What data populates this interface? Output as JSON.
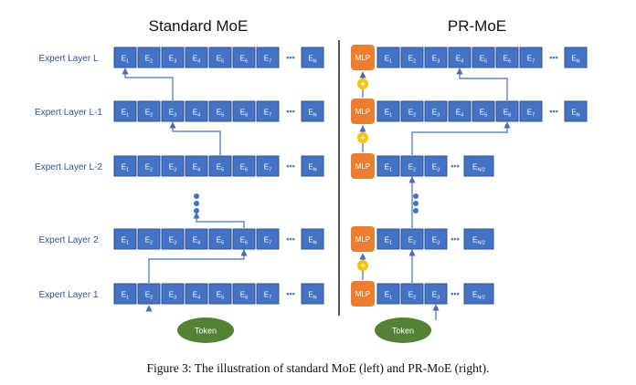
{
  "titles": {
    "standard": "Standard MoE",
    "pr": "PR-MoE"
  },
  "layer_labels": [
    "Expert Layer L",
    "Expert Layer L-1",
    "Expert Layer L-2",
    "Expert Layer 2",
    "Expert Layer 1"
  ],
  "experts": {
    "subs": [
      "1",
      "2",
      "3",
      "4",
      "5",
      "6",
      "7"
    ],
    "last_full": "N",
    "last_half": "N/2",
    "prefix": "E"
  },
  "mlp_label": "MLP",
  "ellipsis": "•••",
  "plus": "+",
  "token_label": "Token",
  "caption": "Figure 3: The illustration of standard MoE (left) and PR-MoE (right).",
  "colors": {
    "expert_fill": "#4472c4",
    "expert_edge": "#2f528f",
    "mlp_fill": "#ed7d31",
    "plus_fill": "#ffc000",
    "token_fill": "#548235",
    "arrow": "#4a6fb5",
    "label": "#2f5597",
    "divider": "#555555"
  }
}
